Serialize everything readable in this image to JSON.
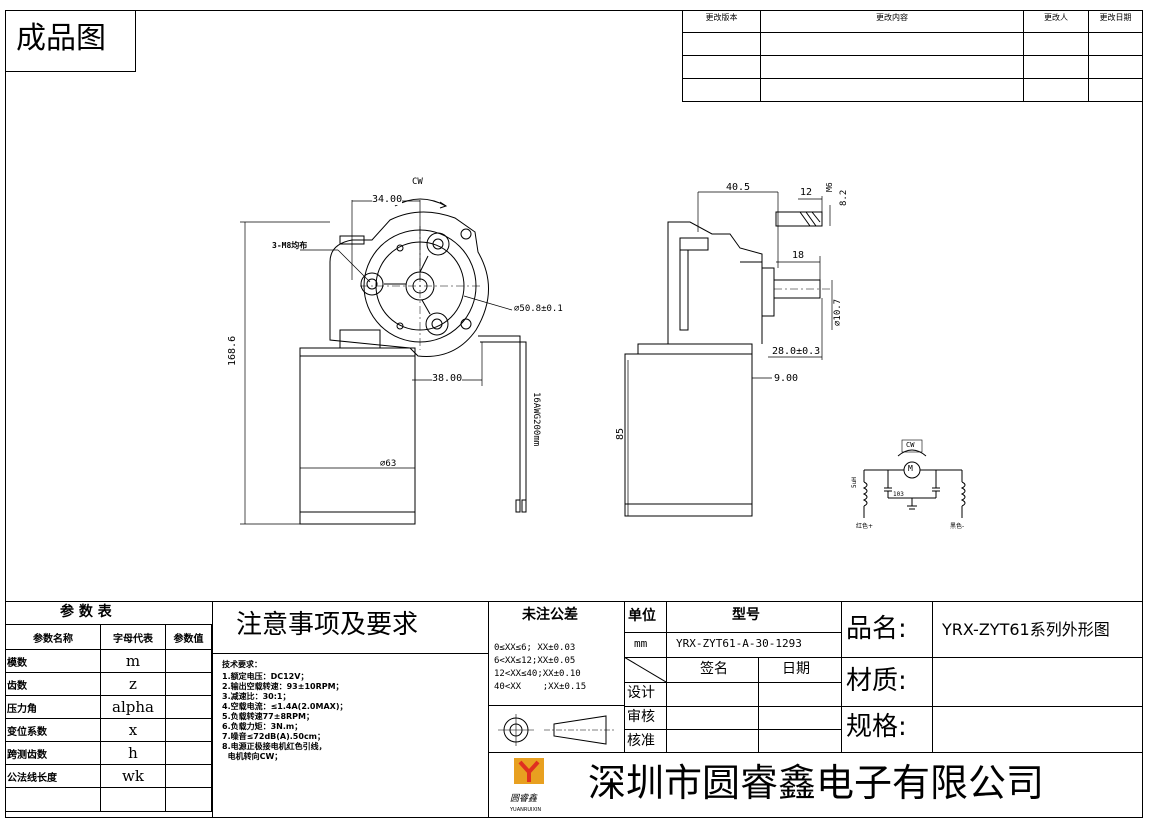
{
  "title": "成品图",
  "revision_table": {
    "headers": [
      "更改版本",
      "更改内容",
      "更改人",
      "更改日期"
    ]
  },
  "front_view": {
    "cw": "CW",
    "dim_34": "34.00",
    "mount": "3-M8均布",
    "dim_1686": "168.6",
    "dim_phi508": "⌀50.8±0.1",
    "dim_38": "38.00",
    "wire": "16AWG200mm",
    "dim_phi63": "⌀63"
  },
  "side_view": {
    "dim_405": "40.5",
    "dim_12": "12",
    "dim_m6": "M6",
    "dim_82": "8.2",
    "dim_18": "18",
    "dim_phi107": "⌀10.7",
    "dim_280": "28.0±0.3",
    "dim_9": "9.00",
    "dim_85": "85"
  },
  "schematic": {
    "cw": "CW",
    "motor": "M",
    "red": "红色+",
    "black": "黑色-",
    "cap": "103",
    "l1": "5uH",
    "l2": ""
  },
  "params_table": {
    "title": "参 数 表",
    "headers": [
      "参数名称",
      "字母代表",
      "参数值"
    ],
    "rows": [
      [
        "模数",
        "m",
        ""
      ],
      [
        "齿数",
        "z",
        ""
      ],
      [
        "压力角",
        "alpha",
        ""
      ],
      [
        "变位系数",
        "x",
        ""
      ],
      [
        "跨测齿数",
        "h",
        ""
      ],
      [
        "公法线长度",
        "wk",
        ""
      ],
      [
        "",
        "",
        ""
      ]
    ]
  },
  "notes": {
    "title": "注意事项及要求",
    "heading": "技术要求：",
    "items": [
      "1.额定电压：DC12V；",
      "2.输出空载转速：93±10RPM；",
      "3.减速比：30:1；",
      "4.空载电流：≤1.4A(2.0MAX)；",
      "5.负载转速77±8RPM；",
      "6.负载力矩：3N.m；",
      "7.噪音≤72dB(A).50cm；",
      "8.电源正极接电机红色引线，",
      "  电机转向CW；"
    ]
  },
  "tolerance": {
    "title": "未注公差",
    "rows": [
      "0≤XX≤6; XX±0.03",
      "6<XX≤12;XX±0.05",
      "12<XX≤40;XX±0.10",
      "40<XX    ;XX±0.15"
    ]
  },
  "title_block": {
    "unit_label": "单位",
    "unit_value": "mm",
    "model_label": "型号",
    "model_value": "YRX-ZYT61-A-30-1293",
    "sign_label": "签名",
    "date_label": "日期",
    "design": "设计",
    "review": "审核",
    "approve": "核准",
    "product_label": "品名:",
    "product_value": "YRX-ZYT61系列外形图",
    "material_label": "材质:",
    "spec_label": "规格:",
    "company": "深圳市圆睿鑫电子有限公司",
    "logo_cn": "圆睿鑫",
    "logo_en": "YUANRUIXIN"
  }
}
